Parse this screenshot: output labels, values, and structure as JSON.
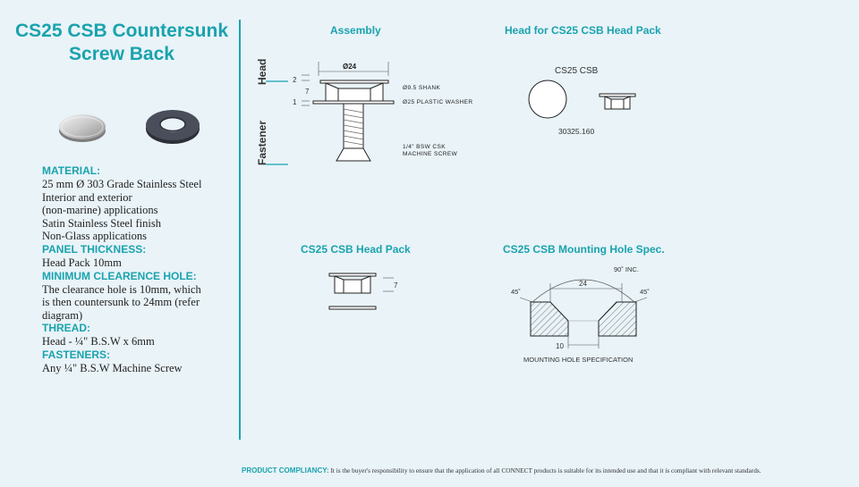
{
  "title": {
    "line1": "CS25 CSB Countersunk",
    "line2": "Screw Back"
  },
  "specs": [
    {
      "heading": "MATERIAL:",
      "lines": [
        "25 mm Ø 303 Grade Stainless Steel",
        "Interior and exterior",
        "(non-marine) applications",
        "Satin Stainless Steel finish",
        "Non-Glass applications"
      ]
    },
    {
      "heading": "PANEL THICKNESS:",
      "lines": [
        "Head Pack 10mm"
      ]
    },
    {
      "heading": "MINIMUM CLEARENCE HOLE:",
      "lines": [
        "The clearance hole is 10mm, which",
        "is then countersunk to 24mm (refer",
        "diagram)"
      ]
    },
    {
      "heading": "THREAD:",
      "lines": [
        "Head - ¼\" B.S.W x 6mm"
      ]
    },
    {
      "heading": "FASTENERS:",
      "lines": [
        "Any ¼\" B.S.W Machine Screw"
      ]
    }
  ],
  "assembly": {
    "title": "Assembly",
    "side_head": "Head",
    "side_fastener": "Fastener",
    "dim_diameter": "Ø24",
    "dim_2": "2",
    "dim_7": "7",
    "dim_1": "1",
    "callout_shank": "Ø9.5 SHANK",
    "callout_washer": "Ø25 PLASTIC WASHER",
    "callout_screw_1": "1/4\" BSW CSK",
    "callout_screw_2": "MACHINE SCREW"
  },
  "head_for_pack": {
    "title": "Head for CS25 CSB Head Pack",
    "label": "CS25 CSB",
    "part_number": "30325.160"
  },
  "head_pack": {
    "title": "CS25 CSB Head Pack",
    "dim": "7"
  },
  "mounting": {
    "title": "CS25 CSB Mounting Hole Spec.",
    "angle_inc": "90˚ INC.",
    "angle_left": "45˚",
    "angle_right": "45˚",
    "dim_24": "24",
    "dim_10": "10",
    "caption": "MOUNTING HOLE SPECIFICATION"
  },
  "footer": {
    "label": "PRODUCT COMPLIANCY:",
    "text": "It is the buyer's responsibility to ensure that the application of all CONNECT products is suitable for its intended use and that it is compliant with relevant standards."
  },
  "colors": {
    "accent": "#1aa3ae",
    "background": "#e9f3f8"
  }
}
